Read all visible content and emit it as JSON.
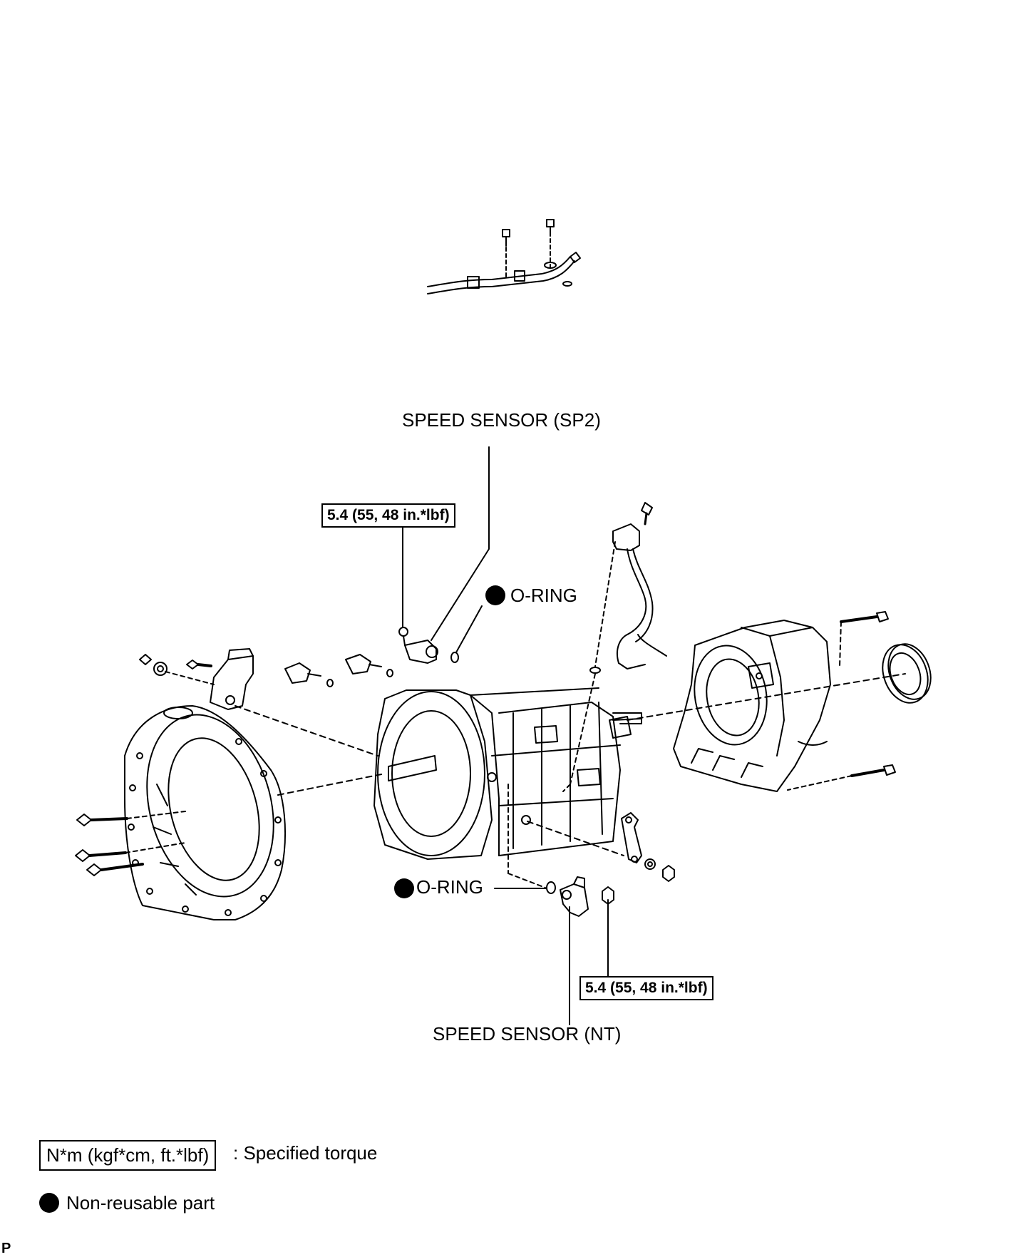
{
  "labels": {
    "speed_sensor_sp2": "SPEED SENSOR (SP2)",
    "speed_sensor_nt": "SPEED SENSOR (NT)",
    "o_ring_top": "O-RING",
    "o_ring_bottom": "O-RING",
    "torque_top": "5.4 (55, 48 in.*lbf)",
    "torque_bottom": "5.4 (55, 48 in.*lbf)"
  },
  "legend": {
    "torque_box": "N*m (kgf*cm, ft.*lbf)",
    "torque_text": ": Specified torque",
    "nonreusable_text": "Non-reusable part"
  },
  "corner_mark": "P",
  "icons": {
    "nonreusable": "filled-circle-icon"
  },
  "colors": {
    "line": "#000000",
    "background": "#ffffff"
  }
}
